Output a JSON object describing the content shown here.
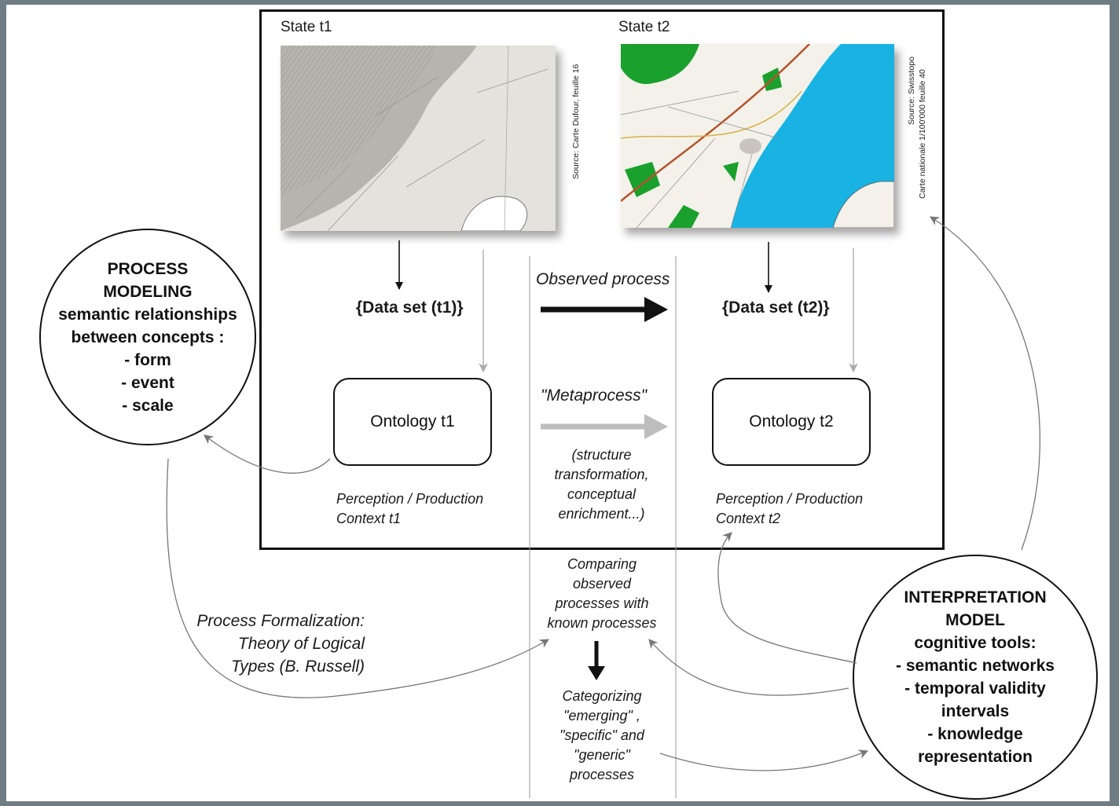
{
  "state_t1": "State t1",
  "state_t2": "State t2",
  "source_t1": "Source: Carte Dufour, feuille 16",
  "source_t2_line1": "Source: Swisstopo",
  "source_t2_line2": "Carte nationale 1/100'000 feuille 40",
  "dataset_t1": "{Data set (t1)}",
  "dataset_t2": "{Data set (t2)}",
  "observed_process": "Observed process",
  "metaprocess": "\"Metaprocess\"",
  "metaprocess_detail": [
    "(structure",
    "transformation,",
    "conceptual",
    "enrichment...)"
  ],
  "ontology_t1": "Ontology t1",
  "ontology_t2": "Ontology t2",
  "context_t1": [
    "Perception / Production",
    "Context t1"
  ],
  "context_t2": [
    "Perception / Production",
    "Context t2"
  ],
  "comparing": [
    "Comparing",
    "observed",
    "processes with",
    "known processes"
  ],
  "categorizing": [
    "Categorizing",
    "\"emerging\" ,",
    "\"specific\" and",
    "\"generic\"",
    "processes"
  ],
  "formalization": [
    "Process Formalization:",
    "Theory of Logical",
    "Types (B. Russell)"
  ],
  "process_modeling": [
    "PROCESS",
    "MODELING",
    "semantic relationships",
    "between concepts :",
    "- form",
    "- event",
    "- scale"
  ],
  "interpretation_model": [
    "INTERPRETATION",
    "MODEL",
    "cognitive tools:",
    "- semantic networks",
    "- temporal validity",
    "intervals",
    "- knowledge",
    "representation"
  ],
  "colors": {
    "map_t1_paper": "#e4e2dc",
    "map_t2_lake": "#19b3e3",
    "map_t2_forest": "#1aa02c",
    "metaprocess_arrow": "#bdbdbd"
  }
}
